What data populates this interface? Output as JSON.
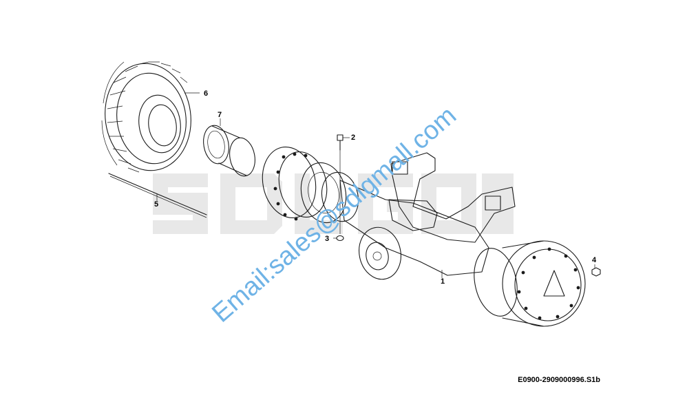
{
  "diagram": {
    "reference_code": "E0900-2909000996.S1b",
    "watermark_text": "Email:sales@sdlgmall.com",
    "brand_mark": "SDLG",
    "callouts": [
      {
        "id": "1",
        "label": "1"
      },
      {
        "id": "2",
        "label": "2"
      },
      {
        "id": "3",
        "label": "3"
      },
      {
        "id": "4",
        "label": "4"
      },
      {
        "id": "5",
        "label": "5"
      },
      {
        "id": "6",
        "label": "6"
      },
      {
        "id": "7",
        "label": "7"
      }
    ]
  },
  "colors": {
    "line": "#1a1a1a",
    "background_logo": "#e6e6e6",
    "watermark": "#6fb3e6",
    "hub_tint": "#f2d4d4"
  }
}
